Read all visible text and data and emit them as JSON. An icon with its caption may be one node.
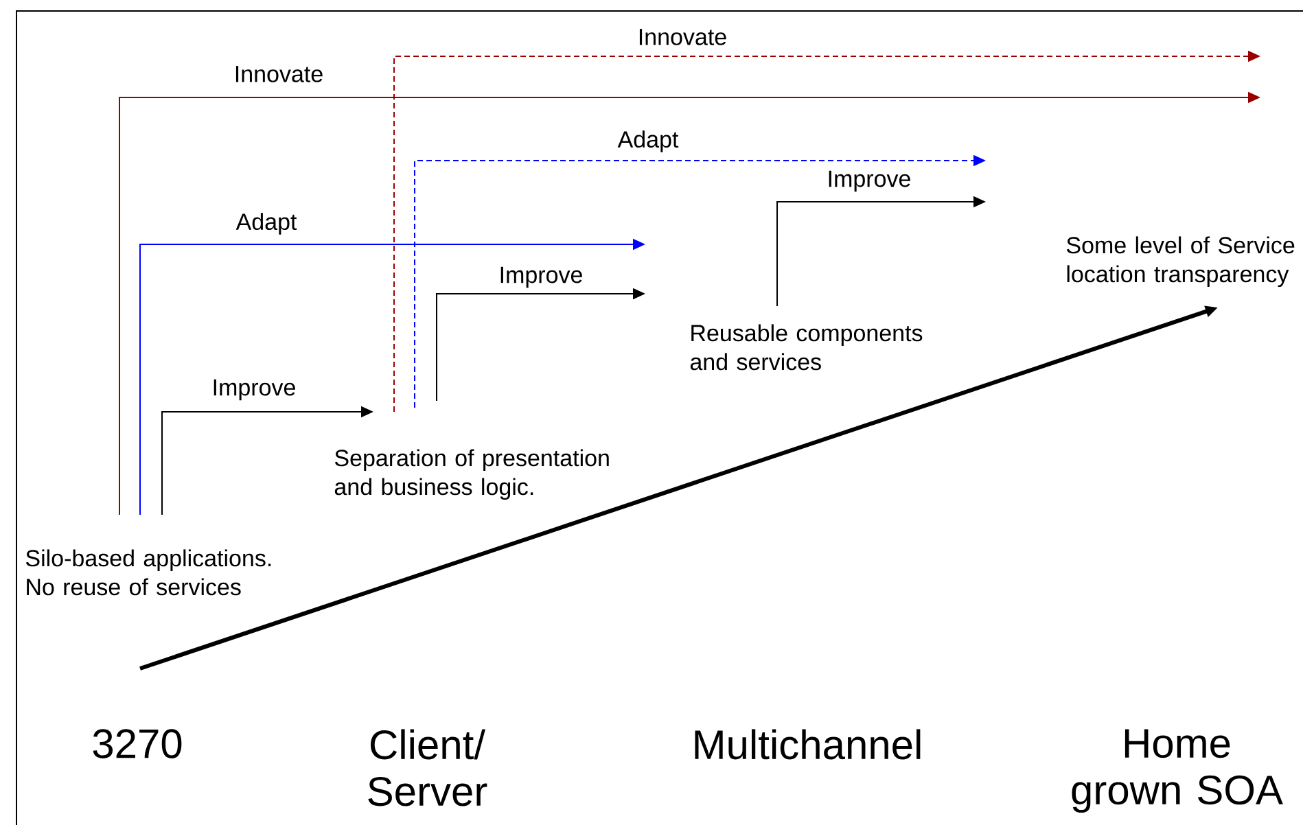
{
  "diagram": {
    "nodes": [
      {
        "text": [
          "Silo-based applications. No reuse of services"
        ]
      },
      {
        "text": [
          "Separation of presentation and business logic."
        ]
      },
      {
        "text": [
          "Reusable components and services"
        ]
      },
      {
        "text": [
          "Some level of Service location transparency"
        ]
      }
    ],
    "edges": [
      {
        "from": 0,
        "to": null,
        "arrow": "to",
        "label": "Improve"
      },
      {
        "from": 0,
        "to": null,
        "arrow": "to",
        "label": "Adapt",
        "color": "#0000ff"
      },
      {
        "from": 0,
        "to": null,
        "arrow": "to",
        "label": "Innovate",
        "color": "#990000"
      },
      {
        "from": 1,
        "to": null,
        "arrow": "to",
        "label": "Improve"
      },
      {
        "from": 1,
        "to": null,
        "arrow": "to",
        "label": "Adapt",
        "color": "#0000ff",
        "style": "dashed"
      },
      {
        "from": 1,
        "to": null,
        "arrow": "to",
        "label": "Innovate",
        "color": "#990000",
        "style": "dashed"
      },
      {
        "from": 2,
        "to": null,
        "arrow": "to",
        "label": "Improve"
      },
      {
        "from": null,
        "to": 3,
        "arrow": "to",
        "style": "thick"
      }
    ],
    "labels": [
      "3270",
      "Client/ Server",
      "Multichannel",
      "Home grown SOA"
    ]
  }
}
